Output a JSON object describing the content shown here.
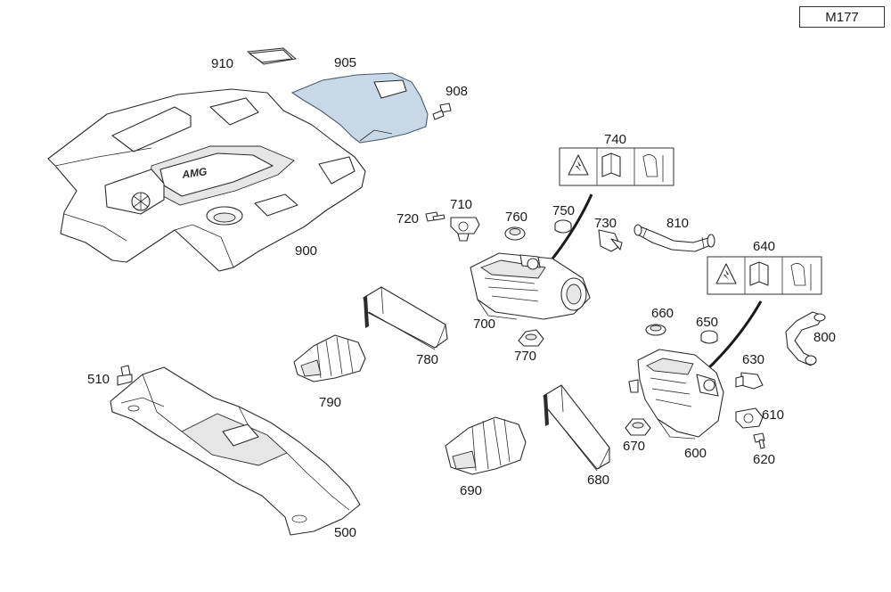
{
  "reference_code": "M177",
  "callouts": [
    {
      "id": "910",
      "label": "910"
    },
    {
      "id": "905",
      "label": "905"
    },
    {
      "id": "908",
      "label": "908"
    },
    {
      "id": "900",
      "label": "900"
    },
    {
      "id": "740",
      "label": "740"
    },
    {
      "id": "720",
      "label": "720"
    },
    {
      "id": "710",
      "label": "710"
    },
    {
      "id": "760",
      "label": "760"
    },
    {
      "id": "750",
      "label": "750"
    },
    {
      "id": "730",
      "label": "730"
    },
    {
      "id": "810",
      "label": "810"
    },
    {
      "id": "640",
      "label": "640"
    },
    {
      "id": "700",
      "label": "700"
    },
    {
      "id": "770",
      "label": "770"
    },
    {
      "id": "780",
      "label": "780"
    },
    {
      "id": "790",
      "label": "790"
    },
    {
      "id": "660",
      "label": "660"
    },
    {
      "id": "650",
      "label": "650"
    },
    {
      "id": "800",
      "label": "800"
    },
    {
      "id": "630",
      "label": "630"
    },
    {
      "id": "610",
      "label": "610"
    },
    {
      "id": "620",
      "label": "620"
    },
    {
      "id": "600",
      "label": "600"
    },
    {
      "id": "670",
      "label": "670"
    },
    {
      "id": "680",
      "label": "680"
    },
    {
      "id": "690",
      "label": "690"
    },
    {
      "id": "510",
      "label": "510"
    },
    {
      "id": "500",
      "label": "500"
    }
  ],
  "cover_logo": "AMG",
  "colors": {
    "highlighted_part": "#c9d8e6",
    "line": "#2b2b2b",
    "background": "#ffffff"
  }
}
